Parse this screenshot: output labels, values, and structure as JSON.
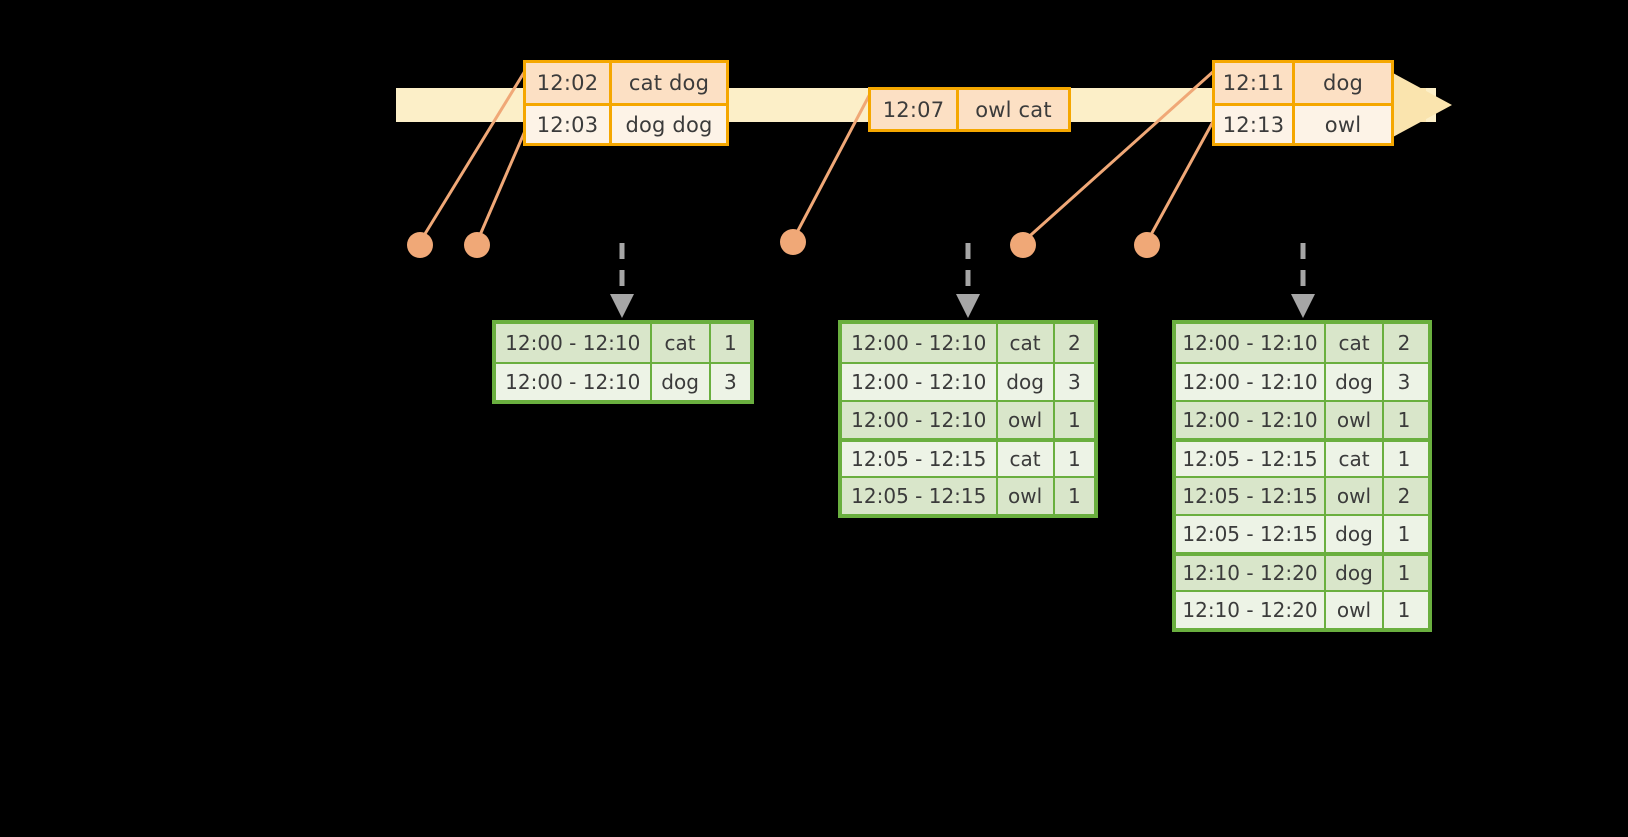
{
  "timeline": {
    "label": "event-timeline-arrow",
    "color": "#FCEFC8",
    "arrowhead_color": "#FAE4AE"
  },
  "events": [
    {
      "name": "event-box-1",
      "rows": [
        {
          "time": "12:02",
          "words": "cat dog"
        },
        {
          "time": "12:03",
          "words": "dog dog"
        }
      ]
    },
    {
      "name": "event-box-2",
      "rows": [
        {
          "time": "12:07",
          "words": "owl cat"
        }
      ]
    },
    {
      "name": "event-box-3",
      "rows": [
        {
          "time": "12:11",
          "words": "dog"
        },
        {
          "time": "12:13",
          "words": "owl"
        }
      ]
    }
  ],
  "dots": [
    {
      "name": "event-dot-1"
    },
    {
      "name": "event-dot-2"
    },
    {
      "name": "event-dot-3"
    },
    {
      "name": "event-dot-4"
    },
    {
      "name": "event-dot-5"
    }
  ],
  "tables": [
    {
      "name": "result-table-1",
      "rows": [
        {
          "window": "12:00 - 12:10",
          "key": "cat",
          "count": "1",
          "group": 0
        },
        {
          "window": "12:00 - 12:10",
          "key": "dog",
          "count": "3",
          "group": 0
        }
      ]
    },
    {
      "name": "result-table-2",
      "rows": [
        {
          "window": "12:00 - 12:10",
          "key": "cat",
          "count": "2",
          "group": 0
        },
        {
          "window": "12:00 - 12:10",
          "key": "dog",
          "count": "3",
          "group": 0
        },
        {
          "window": "12:00 - 12:10",
          "key": "owl",
          "count": "1",
          "group": 0
        },
        {
          "window": "12:05 - 12:15",
          "key": "cat",
          "count": "1",
          "group": 1
        },
        {
          "window": "12:05 - 12:15",
          "key": "owl",
          "count": "1",
          "group": 1
        }
      ]
    },
    {
      "name": "result-table-3",
      "rows": [
        {
          "window": "12:00 - 12:10",
          "key": "cat",
          "count": "2",
          "group": 0
        },
        {
          "window": "12:00 - 12:10",
          "key": "dog",
          "count": "3",
          "group": 0
        },
        {
          "window": "12:00 - 12:10",
          "key": "owl",
          "count": "1",
          "group": 0
        },
        {
          "window": "12:05 - 12:15",
          "key": "cat",
          "count": "1",
          "group": 1
        },
        {
          "window": "12:05 - 12:15",
          "key": "owl",
          "count": "2",
          "group": 1
        },
        {
          "window": "12:05 - 12:15",
          "key": "dog",
          "count": "1",
          "group": 1
        },
        {
          "window": "12:10 - 12:20",
          "key": "dog",
          "count": "1",
          "group": 2
        },
        {
          "window": "12:10 - 12:20",
          "key": "owl",
          "count": "1",
          "group": 2
        }
      ]
    }
  ],
  "colors": {
    "event_border": "#F5A700",
    "event_fill_dark": "#FCE0C4",
    "event_fill_light": "#FDF3E7",
    "table_border": "#6AAF3F",
    "table_fill_dark": "#D9E6CA",
    "table_fill_light": "#EDF3E6",
    "dot": "#F0A877",
    "connector": "#F0A877",
    "dashed_arrow": "#A6A6A6",
    "background": "#000000"
  }
}
